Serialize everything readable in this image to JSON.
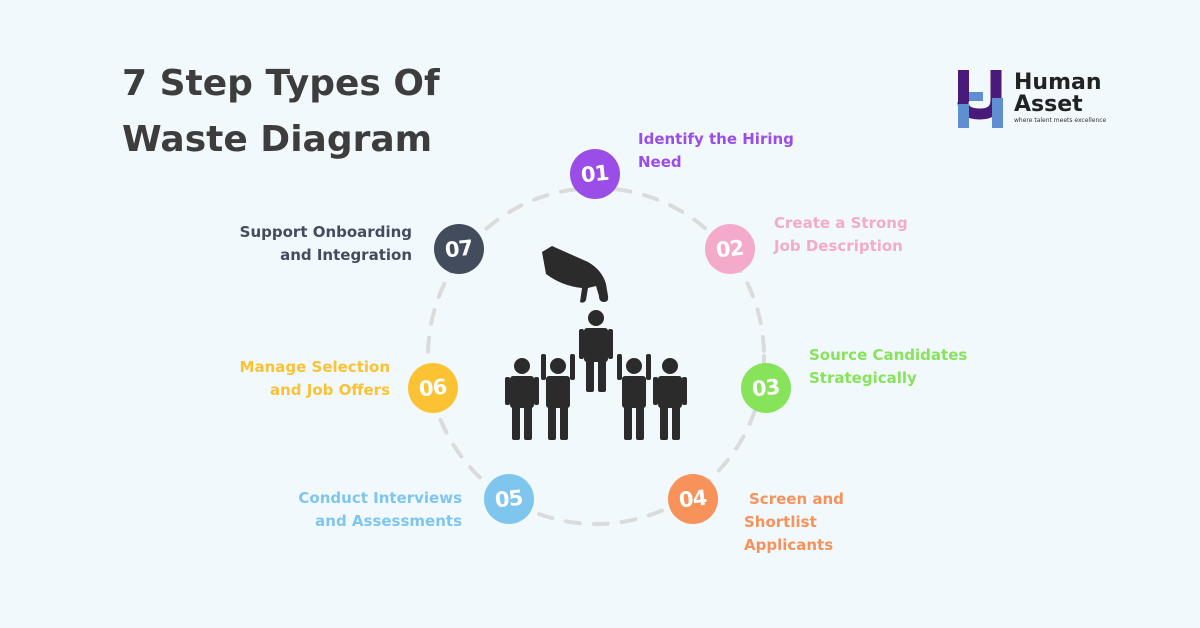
{
  "title": {
    "line1": "7 Step Types Of",
    "line2": "Waste Diagram"
  },
  "logo": {
    "line1": "Human",
    "line2": "Asset",
    "tagline": "where talent meets excellence"
  },
  "steps": [
    {
      "num": "01",
      "lines": [
        "Identify the Hiring",
        "Need"
      ],
      "color": "#9b4de8"
    },
    {
      "num": "02",
      "lines": [
        "Create a Strong",
        "Job Description"
      ],
      "color": "#f3aacb"
    },
    {
      "num": "03",
      "lines": [
        "Source Candidates",
        "Strategically"
      ],
      "color": "#86e35a"
    },
    {
      "num": "04",
      "lines": [
        "Screen and",
        "Shortlist",
        "Applicants"
      ],
      "color": "#f7935a"
    },
    {
      "num": "05",
      "lines": [
        "Conduct Interviews",
        "and Assessments"
      ],
      "color": "#7fc6ef"
    },
    {
      "num": "06",
      "lines": [
        "Manage Selection",
        "and Job Offers"
      ],
      "color": "#fbc234"
    },
    {
      "num": "07",
      "lines": [
        "Support Onboarding",
        "and Integration"
      ],
      "color": "#424c5c"
    }
  ],
  "colors": {
    "background": "#f2f9fd",
    "title": "#3d3d3d",
    "ring": "#dadbdc",
    "figure": "#2b2b2b",
    "logo_purple": "#4a1a7a",
    "logo_blue": "#5f8fd0"
  },
  "icons": {
    "center": "hiring-hand-people-icon",
    "logo": "human-asset-logo-icon"
  }
}
